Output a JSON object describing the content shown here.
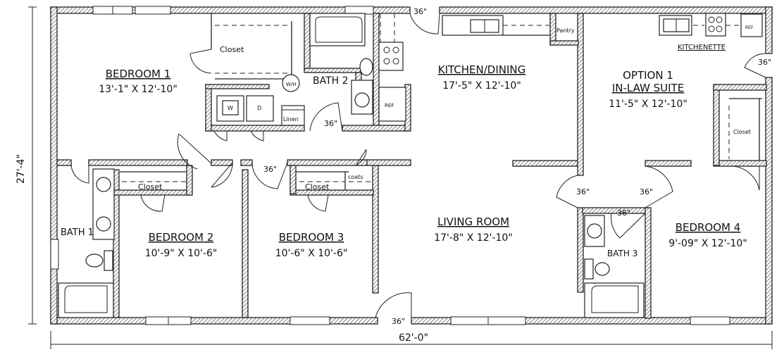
{
  "overall": {
    "width": "62'-0\"",
    "depth": "27'-4\""
  },
  "rooms": {
    "bedroom1": {
      "name": "BEDROOM 1",
      "dims": "13'-1\" X 12'-10\""
    },
    "bedroom2": {
      "name": "BEDROOM 2",
      "dims": "10'-9\" X 10'-6\""
    },
    "bedroom3": {
      "name": "BEDROOM 3",
      "dims": "10'-6\" X 10'-6\""
    },
    "bedroom4": {
      "name": "BEDROOM 4",
      "dims": "9'-09\" X 12'-10\""
    },
    "kitchen": {
      "name": "KITCHEN/DINING",
      "dims": "17'-5\" X 12'-10\""
    },
    "living": {
      "name": "LIVING ROOM",
      "dims": "17'-8\" X 12'-10\""
    },
    "option": {
      "line1": "OPTION 1",
      "line2": "IN-LAW SUITE",
      "dims": "11'-5\" X 12'-10\""
    }
  },
  "labels": {
    "bath1": "BATH 1",
    "bath2": "BATH 2",
    "bath3": "BATH 3",
    "kitchenette": "KITCHENETTE",
    "closet": "Closet",
    "closet_b2": "Closet",
    "closet_b3": "Closet",
    "closet_b4": "Closet",
    "coats": "coats",
    "linen": "Linen",
    "pantry": "Pantry",
    "washer": "W",
    "dryer": "D",
    "water_heater": "W/H",
    "ref": "REF",
    "ref2": "REF"
  },
  "doors": {
    "front": "36\"",
    "bath2": "36\"",
    "bed3": "36\"",
    "living": "36\"",
    "suite_left": "36\"",
    "suite_right": "36\"",
    "bath3": "36\"",
    "kitchenette": "36\""
  }
}
